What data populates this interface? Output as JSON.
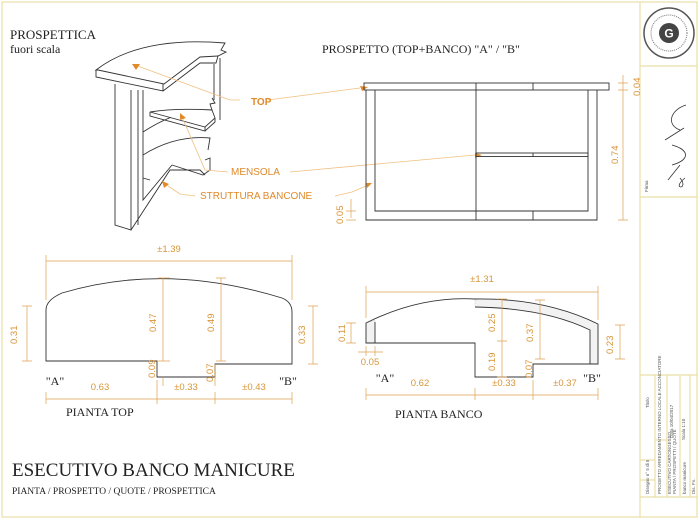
{
  "prospettica": {
    "title": "PROSPETTICA",
    "subtitle": "fuori scala"
  },
  "prospetto": {
    "title": "PROSPETTO (TOP+BANCO) \"A\" / \"B\""
  },
  "callouts": {
    "top": "TOP",
    "mensola": "MENSOLA",
    "struttura": "STRUTTURA BANCONE"
  },
  "prospetto_dims": {
    "top_thickness": "0.04",
    "height": "0.74",
    "base": "0.05"
  },
  "pianta_top": {
    "title": "PIANTA TOP",
    "label_a": "\"A\"",
    "label_b": "\"B\"",
    "dims": {
      "overall": "±1.39",
      "left_depth": "0.31",
      "center_depth": "0.47",
      "right_center_depth": "0.49",
      "right_depth": "0.33",
      "notch_left": "0.09",
      "notch_right": "0.07",
      "left_len": "0.63",
      "notch_len": "±0.33",
      "right_len": "±0.43"
    }
  },
  "pianta_banco": {
    "title": "PIANTA BANCO",
    "label_a": "\"A\"",
    "label_b": "\"B\"",
    "dims": {
      "overall": "±1.31",
      "left_depth": "0.11",
      "wall": "0.05",
      "upper": "0.25",
      "lower": "0.19",
      "right_center": "0.37",
      "notch_right": "0.07",
      "right_depth": "0.23",
      "left_len": "0.62",
      "notch_len": "±0.33",
      "right_len": "±0.37"
    }
  },
  "sheet": {
    "title": "ESECUTIVO BANCO MANICURE",
    "subtitle": "PIANTA / PROSPETTO / QUOTE / PROSPETTICA"
  },
  "title_block": {
    "seal_letter": "G",
    "firma_label": "Firma",
    "titolo_label": "Titolo",
    "project": "PROGETTO ARREDAMENTO INTERNO LOCALE ACCONCIATORE",
    "line2": "ESECUTIVO CARTONGESSO",
    "line3": "PIANTA / PROSPETTI / QUOTE",
    "item": "banco manicure",
    "drawing_no": "Disegno n° 5 di 5",
    "date": "Data 10/04/2017",
    "scale": "Scala 1:10",
    "dis": "Dis. Fo."
  },
  "colors": {
    "dimension": "#d8953a",
    "callout": "#e08a2a",
    "frame": "#e9dfa8"
  }
}
